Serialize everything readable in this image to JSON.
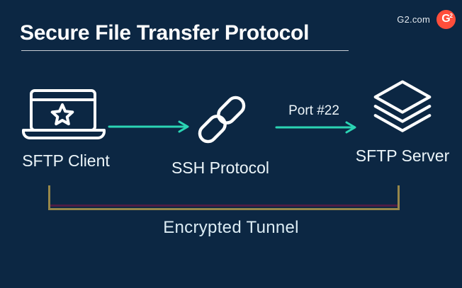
{
  "page": {
    "title": "Secure File Transfer Protocol"
  },
  "branding": {
    "site": "G2.com",
    "logo_letter": "G",
    "logo_superscript": "2"
  },
  "diagram": {
    "nodes": [
      {
        "id": "client",
        "label": "SFTP Client",
        "icon": "laptop-star-icon"
      },
      {
        "id": "ssh",
        "label": "SSH Protocol",
        "icon": "chain-link-icon"
      },
      {
        "id": "server",
        "label": "SFTP Server",
        "icon": "layers-icon"
      }
    ],
    "arrows": [
      {
        "from": "client",
        "to": "ssh",
        "label": ""
      },
      {
        "from": "ssh",
        "to": "server",
        "label": "Port #22"
      }
    ],
    "tunnel_label": "Encrypted Tunnel"
  },
  "colors": {
    "background": "#0c2743",
    "arrow": "#2bd4b4",
    "logo": "#ff4e3b",
    "bracket_gold": "#97874a",
    "bracket_maroon": "#4e1d45",
    "icon_stroke": "#ffffff"
  }
}
